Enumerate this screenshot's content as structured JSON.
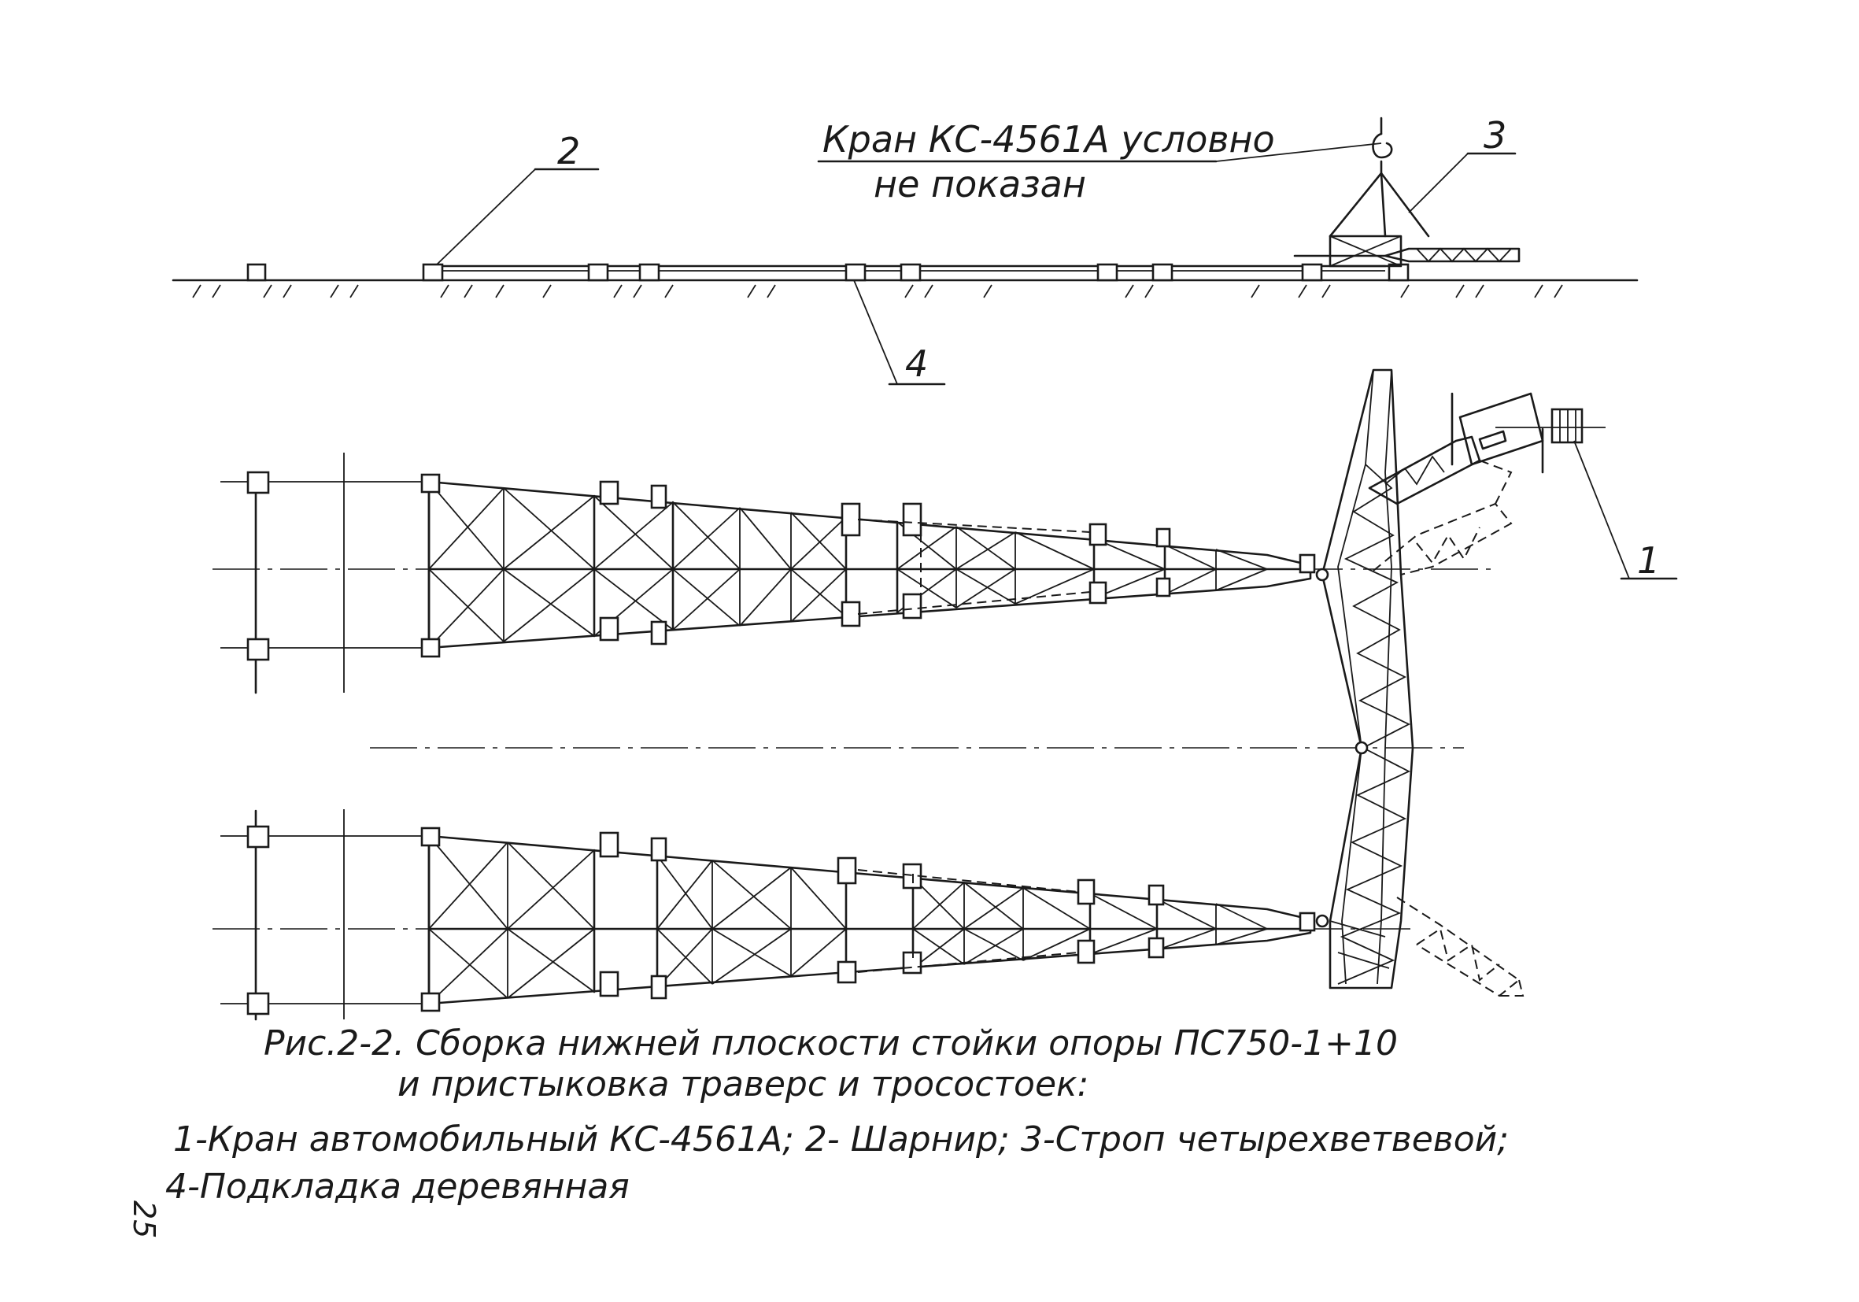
{
  "annotations": {
    "crane_note_line1": "Кран КС-4561А условно",
    "crane_note_line2": "не показан"
  },
  "callouts": {
    "c1": "1",
    "c2": "2",
    "c3": "3",
    "c4": "4"
  },
  "caption": {
    "line1": "Рис.2-2. Сборка нижней плоскости стойки   опоры ПС750-1+10",
    "line2": "и пристыковка траверс  и тросостоек:",
    "line3": "1-Кран автомобильный КС-4561А; 2- Шарнир; 3-Строп четырехветвевой;",
    "line4": "4-Подкладка деревянная"
  },
  "page_number": "25"
}
